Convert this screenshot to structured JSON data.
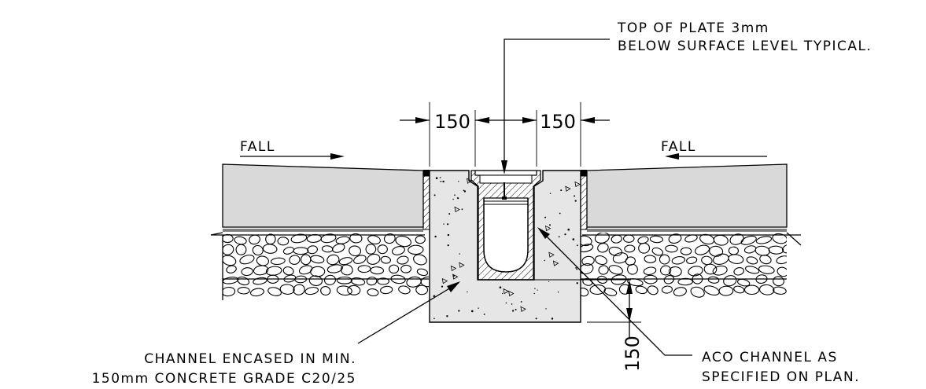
{
  "labels": {
    "top_plate_line1": "TOP OF PLATE 3mm",
    "top_plate_line2": "BELOW SURFACE LEVEL TYPICAL.",
    "fall_left": "FALL",
    "fall_right": "FALL",
    "encased_line1": "CHANNEL ENCASED IN MIN.",
    "encased_line2": "150mm CONCRETE GRADE C20/25",
    "aco_line1": "ACO CHANNEL AS",
    "aco_line2": "SPECIFIED ON PLAN."
  },
  "dimensions": {
    "left_width": "150",
    "right_width": "150",
    "bottom_depth": "150"
  },
  "colors": {
    "line": "#000000",
    "paving_fill": "#d9d9d9",
    "concrete_fill": "#e6e6e6",
    "background": "#ffffff"
  }
}
